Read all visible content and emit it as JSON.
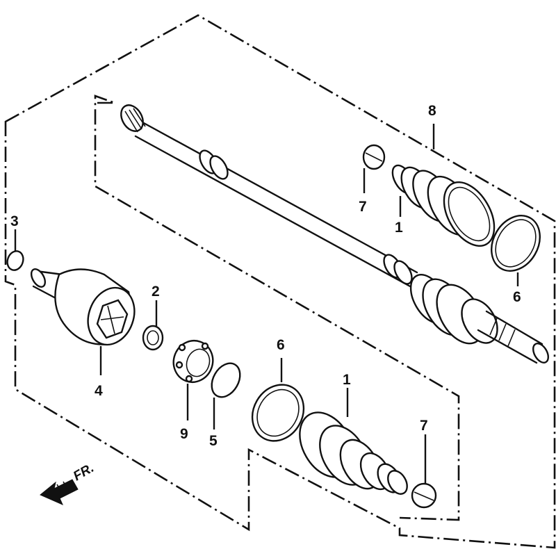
{
  "diagram": {
    "direction_label": "FR.",
    "callouts": {
      "boot_upper": "1",
      "boot_lower": "1",
      "snap_ring_small": "2",
      "circlip": "3",
      "outer_joint": "4",
      "snap_ring": "5",
      "boot_band_upper": "6",
      "boot_band_lower": "6",
      "boot_clamp_upper": "7",
      "boot_clamp_lower": "7",
      "driveshaft_assembly": "8",
      "bearing_cage": "9"
    }
  }
}
